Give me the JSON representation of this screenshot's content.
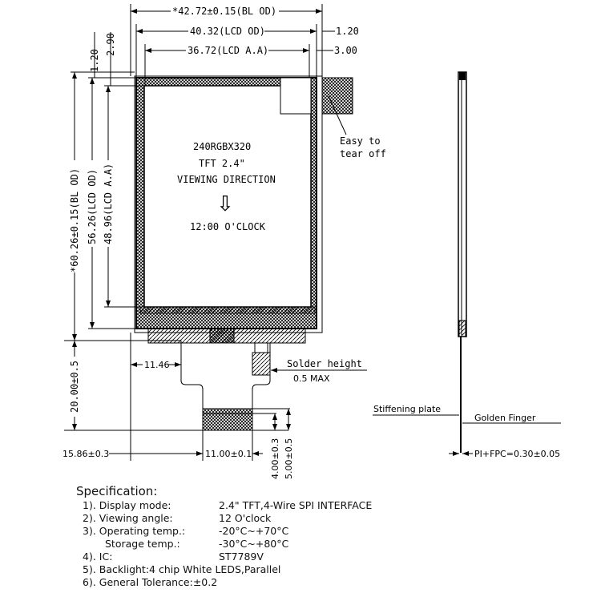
{
  "dimensions": {
    "bl_od_width": "*42.72±0.15(BL OD)",
    "lcd_od_width": "40.32(LCD OD)",
    "lcd_aa_width": "36.72(LCD A.A)",
    "right_margin_od": "1.20",
    "right_margin_aa": "3.00",
    "top_margin_od": "1.20",
    "top_margin_aa": "2.90",
    "bl_od_height": "*60.26±0.15(BL OD)",
    "lcd_od_height": "56.26(LCD OD)",
    "lcd_aa_height": "48.96(LCD A.A)",
    "fpc_length": "20.00±0.5",
    "fpc_offset": "11.46",
    "finger_offset": "15.86±0.3",
    "finger_width": "11.00±0.1",
    "finger_len_a": "4.00±0.3",
    "finger_len_b": "5.00±0.5",
    "pi_fpc": "PI+FPC=0.30±0.05"
  },
  "screen": {
    "resolution": "240RGBX320",
    "type": "TFT 2.4\"",
    "viewing": "VIEWING DIRECTION",
    "arrow": "⇩",
    "clock": "12:00 O'CLOCK"
  },
  "notes": {
    "tear_1": "Easy to",
    "tear_2": "tear off",
    "solder_1": "Solder height",
    "solder_2": "0.5 MAX",
    "stiffening": "Stiffening plate",
    "golden": "Golden Finger"
  },
  "spec": {
    "title": "Specification:",
    "items": [
      {
        "k": "1). Display mode:",
        "v": "2.4\" TFT,4-Wire SPI INTERFACE"
      },
      {
        "k": "2). Viewing angle:",
        "v": "12  O'clock"
      },
      {
        "k": "3). Operating temp.:",
        "v": "-20°C~+70°C"
      },
      {
        "k": "    Storage temp.:",
        "v": "-30°C~+80°C"
      },
      {
        "k": "4). IC:",
        "v": "ST7789V"
      },
      {
        "k": "5). Backlight:4 chip White LEDS,Parallel",
        "v": ""
      },
      {
        "k": "6). General Tolerance:±0.2",
        "v": ""
      }
    ]
  }
}
